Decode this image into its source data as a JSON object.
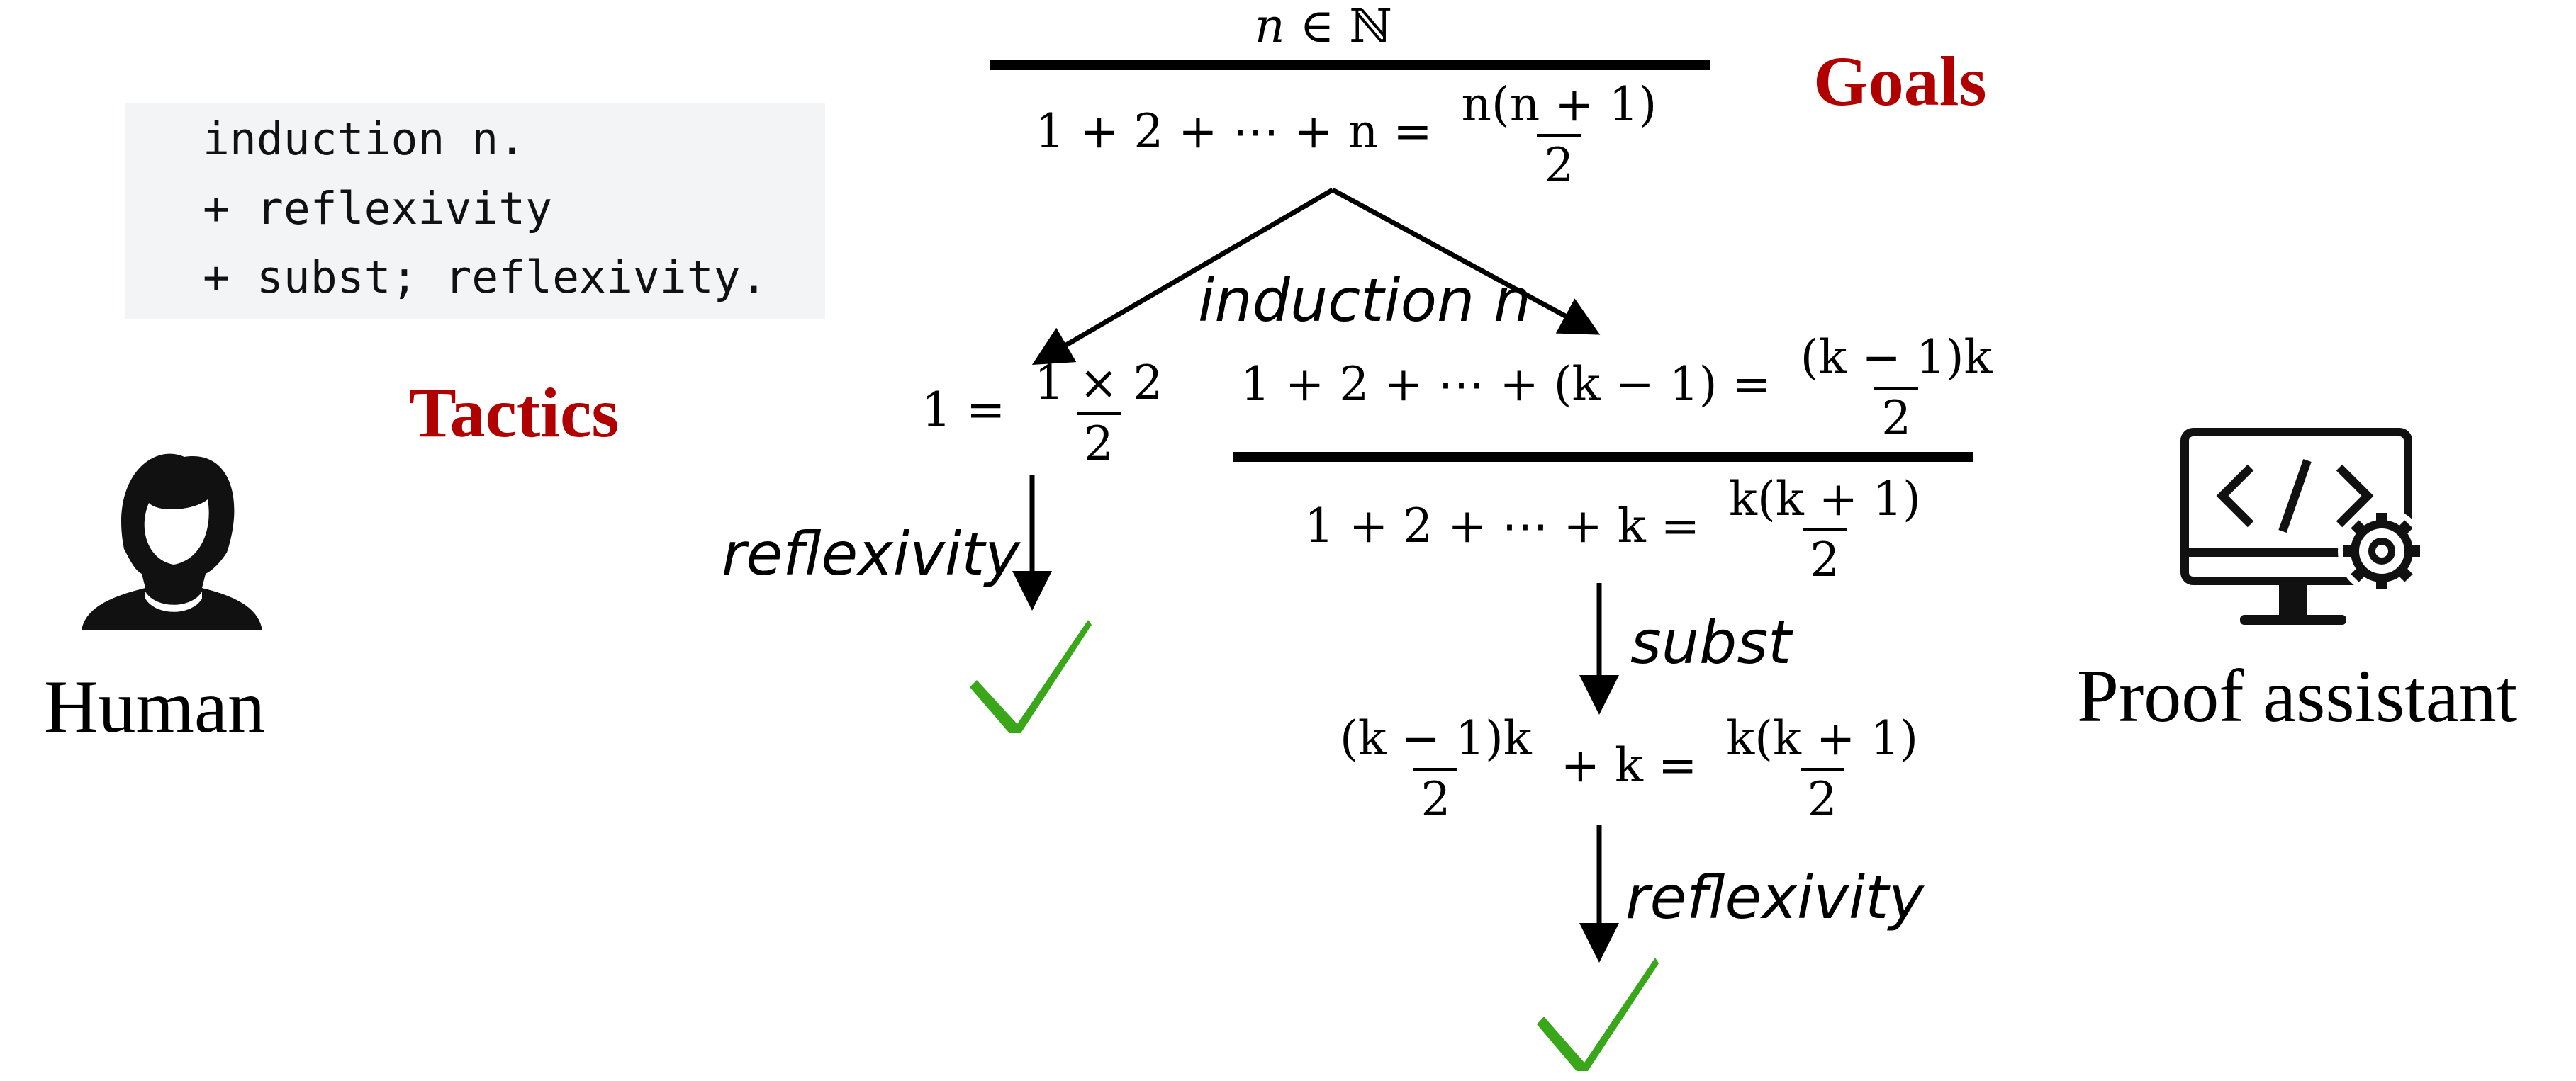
{
  "code": {
    "lines": [
      "induction n.",
      "+ reflexivity",
      "+ subst; reflexivity."
    ]
  },
  "labels": {
    "tactics": "Tactics",
    "goals": "Goals",
    "human": "Human",
    "proof_assistant": "Proof assistant",
    "induction": "induction n",
    "reflexivity_left": "reflexivity",
    "subst": "subst",
    "reflexivity_right": "reflexivity"
  },
  "math": {
    "hyp": {
      "n": "n",
      "in": "∈",
      "N": "ℕ"
    },
    "goal": {
      "lhs": "1 + 2 + ⋯ + n =",
      "num": "n(n + 1)",
      "den": "2"
    },
    "base": {
      "lhs": "1 =",
      "num": "1 × 2",
      "den": "2"
    },
    "ih": {
      "lhs": "1 + 2 + ⋯ + (k − 1) =",
      "num": "(k − 1)k",
      "den": "2"
    },
    "step": {
      "lhs": "1 + 2 + ⋯ + k =",
      "num": "k(k + 1)",
      "den": "2"
    },
    "subst_goal": {
      "num1": "(k − 1)k",
      "den1": "2",
      "mid": "+ k =",
      "num2": "k(k + 1)",
      "den2": "2"
    }
  },
  "colors": {
    "accent_red": "#b00000",
    "check_green": "#3aa619",
    "code_bg": "#f3f4f6"
  },
  "icons": [
    "person-icon",
    "computer-code-gear-icon",
    "checkmark-icon"
  ]
}
